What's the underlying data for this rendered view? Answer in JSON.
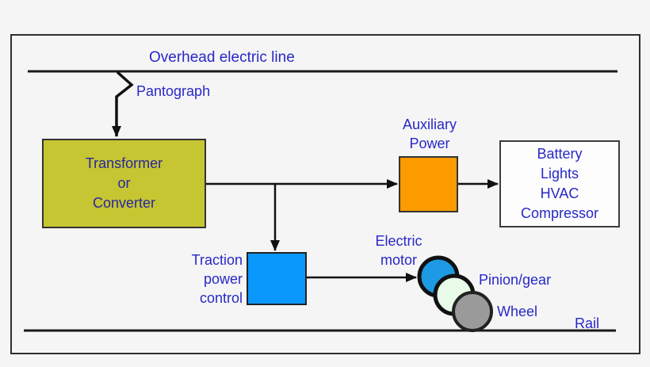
{
  "diagram": {
    "subject": "Electric train power system diagram",
    "labels": {
      "overhead_line": "Overhead electric line",
      "pantograph": "Pantograph",
      "transformer": "Transformer\nor\nConverter",
      "auxiliary_power": "Auxiliary\nPower",
      "battery_loads": "Battery\nLights\nHVAC\nCompressor",
      "traction_control": "Traction\npower\ncontrol",
      "electric_motor": "Electric\nmotor",
      "pinion_gear": "Pinion/gear",
      "wheel": "Wheel",
      "rail": "Rail"
    },
    "colors": {
      "label_text": "#2828c8",
      "transformer_fill": "#c6c532",
      "auxiliary_fill": "#fb9b00",
      "traction_fill": "#0a98fc",
      "motor_circle_fill": "#1e9ae4",
      "pinion_circle_fill": "#e8fae8",
      "wheel_circle_fill": "#9a9a9a",
      "line_color": "#151515",
      "background": "#f5f5f5"
    }
  }
}
